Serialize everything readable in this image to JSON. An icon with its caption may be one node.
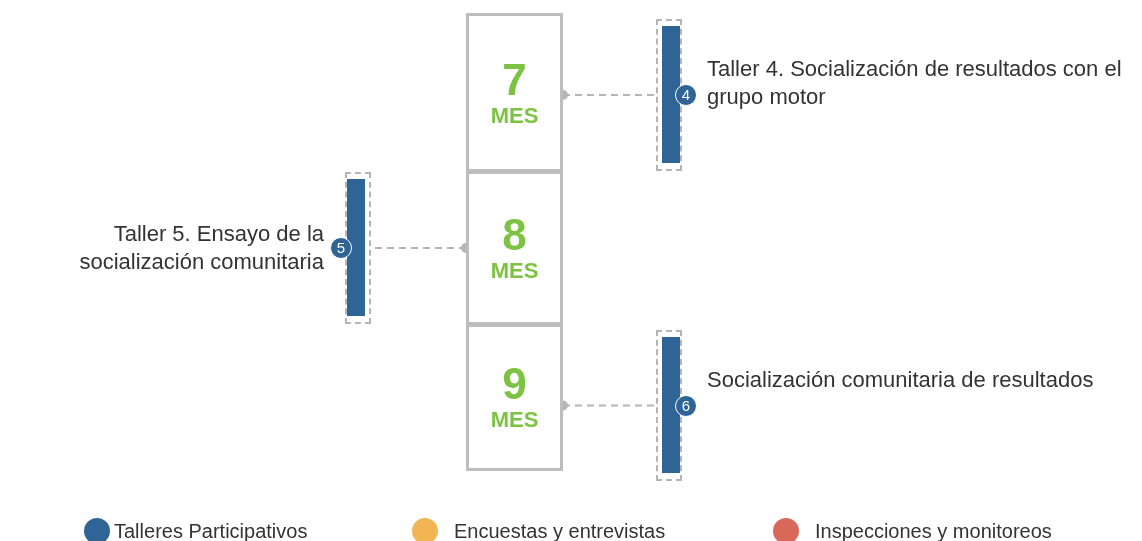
{
  "diagram": {
    "nodes": [
      {
        "text": [
          "7",
          "MES"
        ]
      },
      {
        "text": [
          "8",
          "MES"
        ]
      },
      {
        "text": [
          "9",
          "MES"
        ]
      },
      {
        "text": [
          "4"
        ],
        "beside": [
          "Taller 4. Socialización de resultados con el grupo motor"
        ]
      },
      {
        "text": [
          "5"
        ],
        "beside": [
          "Taller 5. Ensayo de la socialización comunitaria"
        ]
      },
      {
        "text": [
          "6"
        ],
        "beside": [
          "Socialización comunitaria de resultados"
        ]
      }
    ],
    "edges": [
      {
        "from": 0,
        "to": 3,
        "arrow": "other",
        "style": "dashed"
      },
      {
        "from": 1,
        "to": 4,
        "arrow": "other",
        "style": "dashed"
      },
      {
        "from": 2,
        "to": 5,
        "arrow": "other",
        "style": "dashed"
      }
    ],
    "legend": [
      {
        "text": "Talleres Participativos",
        "color": "#2e6496"
      },
      {
        "text": "Encuestas y entrevistas",
        "color": "#f2b553"
      },
      {
        "text": "Inspecciones y monitoreos",
        "color": "#d8695a"
      }
    ]
  }
}
